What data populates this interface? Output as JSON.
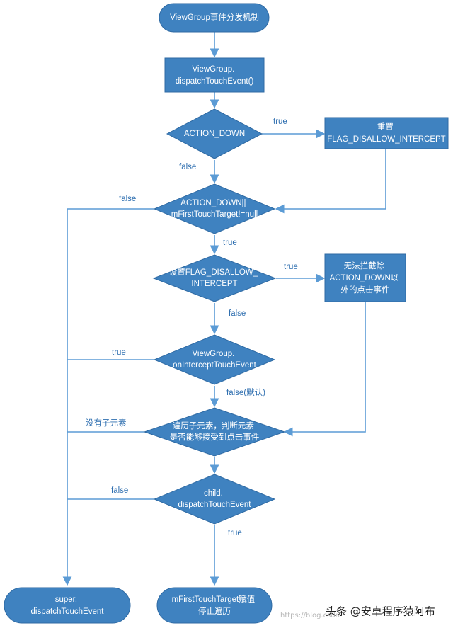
{
  "nodes": {
    "start": [
      "ViewGroup事件分发机制"
    ],
    "dispatch": [
      "ViewGroup.",
      "dispatchTouchEvent()"
    ],
    "is_down": [
      "ACTION_DOWN"
    ],
    "reset_flag": [
      "重置",
      "FLAG_DISALLOW_INTERCEPT"
    ],
    "down_or_target": [
      "ACTION_DOWN||",
      "mFirstTouchTarget!=null"
    ],
    "set_disallow": [
      "设置FLAG_DISALLOW_",
      "INTERCEPT"
    ],
    "cannot_intercept": [
      "无法拦截除",
      "ACTION_DOWN以",
      "外的点击事件"
    ],
    "on_intercept": [
      "ViewGroup.",
      "onInterceptTouchEvent"
    ],
    "traverse": [
      "遍历子元素，判断元素",
      "是否能够接受到点击事件"
    ],
    "child_dispatch": [
      "child.",
      "dispatchTouchEvent"
    ],
    "super_dispatch": [
      "super.",
      "dispatchTouchEvent"
    ],
    "assign_target": [
      "mFirstTouchTarget赋值",
      "停止遍历"
    ]
  },
  "edges": {
    "down_true": "true",
    "down_false": "false",
    "target_true": "true",
    "target_false": "false",
    "disallow_true": "true",
    "disallow_false": "false",
    "intercept_true": "true",
    "intercept_false": "false(默认)",
    "no_children": "没有子元素",
    "child_false": "false",
    "child_true": "true"
  },
  "watermark": "https://blog.csdn",
  "credit": "头条 @安卓程序猿阿布",
  "colors": {
    "node_fill": "#3f82c0",
    "edge": "#5b9bd5",
    "edge_label": "#2f6fb0"
  }
}
